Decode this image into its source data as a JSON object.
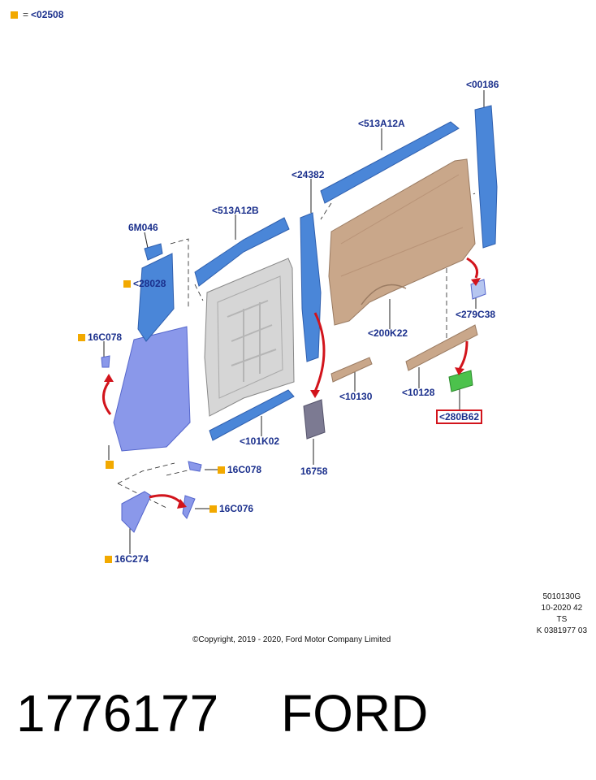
{
  "legend": {
    "equals": "=",
    "code": "<02508"
  },
  "callouts": {
    "c00186": "<00186",
    "c513A12A": "<513A12A",
    "c24382": "<24382",
    "c513A12B": "<513A12B",
    "c6M046": "6M046",
    "c28028": "<28028",
    "c16C078_top": "16C078",
    "c279C38": "<279C38",
    "c200K22": "<200K22",
    "c10130": "<10130",
    "c10128": "<10128",
    "c280B62": "<280B62",
    "c101K02": "<101K02",
    "c16758": "16758",
    "c16C078_bottom": "16C078",
    "c16C076": "16C076",
    "c16C274": "16C274"
  },
  "meta": {
    "line1": "5010130G",
    "line2": "10-2020 42",
    "line3": "TS",
    "line4": "K 0381977 03"
  },
  "copyright": "©Copyright, 2019 - 2020, Ford Motor Company Limited",
  "part_number": "1776177",
  "brand": "FORD",
  "colors": {
    "callout_text": "#1a2f8c",
    "marker": "#f2a900",
    "highlight_border": "#d2141c",
    "part_blue": "#4a86d8",
    "frame_blue": "#6f7fe0",
    "panel_tan": "#c9a78a",
    "door_grey": "#d6d6d6",
    "green_part": "#4cc24c",
    "arrow_red": "#d2141c"
  }
}
